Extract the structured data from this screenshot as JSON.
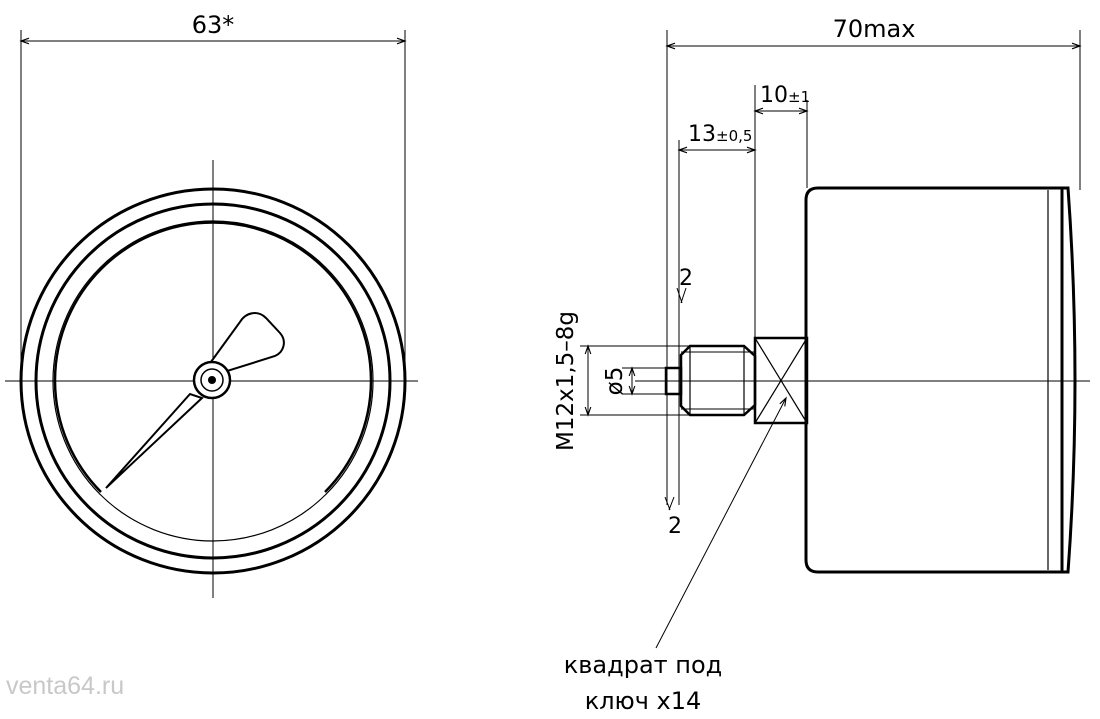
{
  "front_view": {
    "diameter_label": "63*"
  },
  "side_view": {
    "overall_length_label": "70max",
    "collar_width_main": "10",
    "collar_width_tol": "±1",
    "fitting_length_main": "13",
    "fitting_length_tol": "±0,5",
    "chamfer_top_label": "2",
    "chamfer_bottom_label": "2",
    "thread_label": "M12x1,5–8g",
    "bore_label": "ø5",
    "wrench_note_line1": "квадрат под",
    "wrench_note_line2": "ключ х14"
  },
  "watermark": "venta64.ru"
}
